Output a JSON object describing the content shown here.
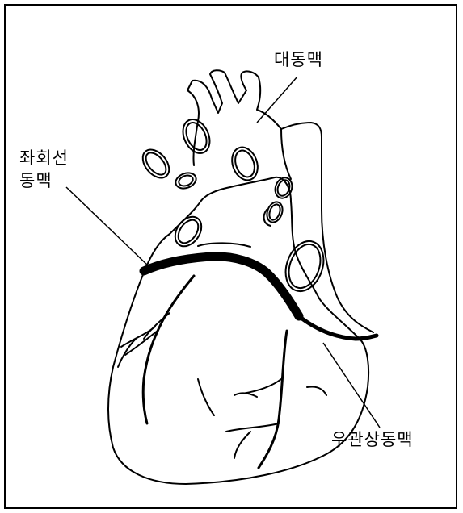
{
  "labels": {
    "aorta": "대동맥",
    "left_circumflex_line1": "좌회선",
    "left_circumflex_line2": "동맥",
    "right_coronary": "우관상동맥"
  },
  "colors": {
    "line": "#000000",
    "background": "#ffffff",
    "vessel": "#000000"
  }
}
